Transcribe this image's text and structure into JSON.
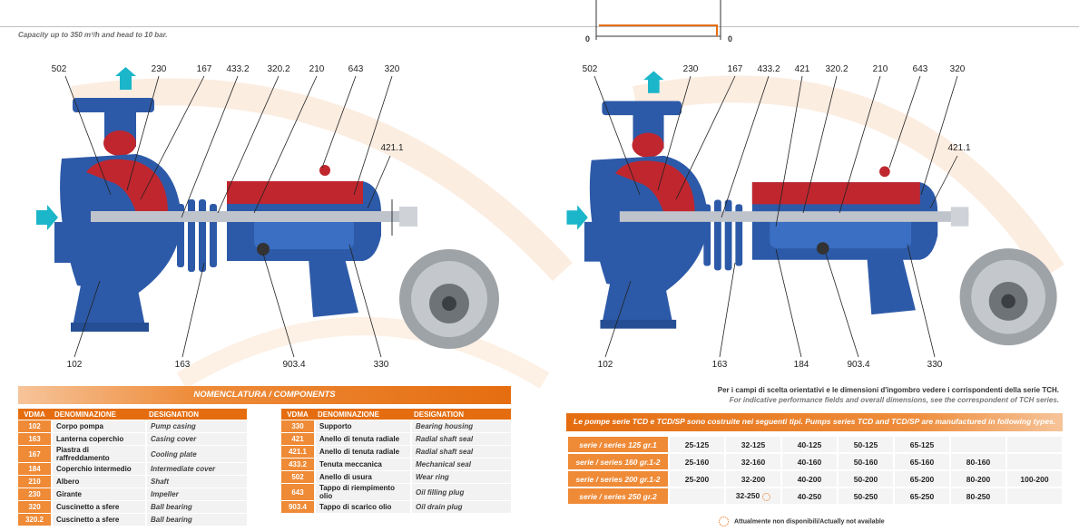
{
  "header": {
    "capacity_text": "Capacity up to 350 m³/h and head to 10 bar."
  },
  "chart_fragment": {
    "zero_left": "0",
    "zero_right": "0"
  },
  "left_drawing": {
    "top_labels": [
      "502",
      "230",
      "167",
      "433.2",
      "320.2",
      "210",
      "643",
      "320"
    ],
    "side_label": "421.1",
    "bottom_labels": [
      "102",
      "163",
      "903.4",
      "330"
    ]
  },
  "right_drawing": {
    "top_labels": [
      "502",
      "230",
      "167",
      "433.2",
      "421",
      "320.2",
      "210",
      "643",
      "320"
    ],
    "side_label": "421.1",
    "bottom_labels": [
      "102",
      "163",
      "184",
      "903.4",
      "330"
    ]
  },
  "nomenclature": {
    "title": "NOMENCLATURA / COMPONENTS",
    "columns": [
      "VDMA",
      "DENOMINAZIONE",
      "DESIGNATION"
    ],
    "left_rows": [
      {
        "code": "102",
        "den": "Corpo pompa",
        "des": "Pump casing"
      },
      {
        "code": "163",
        "den": "Lanterna coperchio",
        "des": "Casing cover"
      },
      {
        "code": "167",
        "den": "Piastra di raffreddamento",
        "des": "Cooling plate"
      },
      {
        "code": "184",
        "den": "Coperchio intermedio",
        "des": "Intermediate cover"
      },
      {
        "code": "210",
        "den": "Albero",
        "des": "Shaft"
      },
      {
        "code": "230",
        "den": "Girante",
        "des": "Impeller"
      },
      {
        "code": "320",
        "den": "Cuscinetto a sfere",
        "des": "Ball bearing"
      },
      {
        "code": "320.2",
        "den": "Cuscinetto a sfere",
        "des": "Ball bearing"
      }
    ],
    "right_rows": [
      {
        "code": "330",
        "den": "Supporto",
        "des": "Bearing housing"
      },
      {
        "code": "421",
        "den": "Anello di tenuta radiale",
        "des": "Radial shaft seal"
      },
      {
        "code": "421.1",
        "den": "Anello di tenuta radiale",
        "des": "Radial shaft seal"
      },
      {
        "code": "433.2",
        "den": "Tenuta meccanica",
        "des": "Mechanical seal"
      },
      {
        "code": "502",
        "den": "Anello di usura",
        "des": "Wear ring"
      },
      {
        "code": "643",
        "den": "Tappo di riempimento olio",
        "des": "Oil filling plug"
      },
      {
        "code": "903.4",
        "den": "Tappo di scarico olio",
        "des": "Oil drain plug"
      }
    ]
  },
  "notes": {
    "line_it": "Per i campi di scelta orientativi e le dimensioni d'ingombro vedere i corrispondenti della serie TCH.",
    "line_en": "For indicative performance fields and overall dimensions, see the correspondent of TCH series."
  },
  "series": {
    "header": "Le pompe serie TCD e TCD/SP sono costruite nei seguenti tipi. Pumps series TCD and TCD/SP are manufactured in following types.",
    "rows": [
      {
        "label": "serie / series 125 gr.1",
        "cells": [
          "25-125",
          "32-125",
          "40-125",
          "50-125",
          "65-125",
          "",
          ""
        ]
      },
      {
        "label": "serie / series 160 gr.1-2",
        "cells": [
          "25-160",
          "32-160",
          "40-160",
          "50-160",
          "65-160",
          "80-160",
          ""
        ]
      },
      {
        "label": "serie / series 200 gr.1-2",
        "cells": [
          "25-200",
          "32-200",
          "40-200",
          "50-200",
          "65-200",
          "80-200",
          "100-200"
        ]
      },
      {
        "label": "serie / series 250 gr.2",
        "cells": [
          "",
          "32-250",
          "40-250",
          "50-250",
          "65-250",
          "80-250",
          ""
        ]
      }
    ],
    "legend": "Attualmente non disponibili/Actually not available"
  },
  "colors": {
    "accent": "#e56d10",
    "pump_blue": "#2d5aa8",
    "pump_red": "#c0262e",
    "arrow_cyan": "#1bb6c9"
  }
}
